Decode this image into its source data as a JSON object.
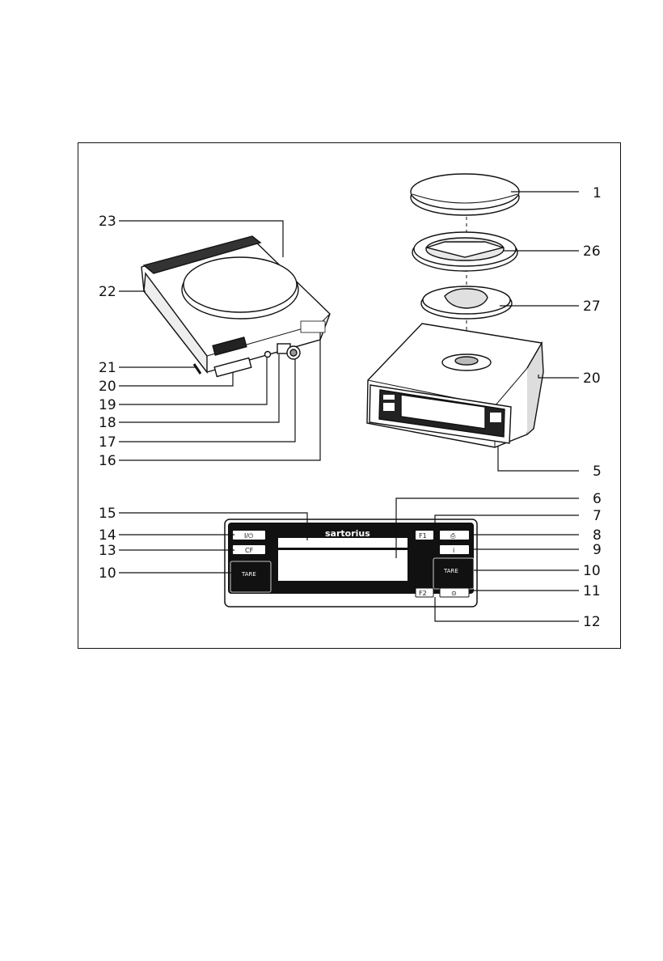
{
  "callouts": {
    "n1": "1",
    "n26": "26",
    "n27": "27",
    "n20r": "20",
    "n5": "5",
    "n23": "23",
    "n22": "22",
    "n21": "21",
    "n20l": "20",
    "n19": "19",
    "n18": "18",
    "n17": "17",
    "n16": "16",
    "n15": "15",
    "n14": "14",
    "n13": "13",
    "n10l": "10",
    "n6": "6",
    "n7": "7",
    "n8": "8",
    "n9": "9",
    "n10r": "10",
    "n11": "11",
    "n12": "12"
  },
  "panel": {
    "brand": "sartorius",
    "key_power": "I/⏻",
    "key_cf": "CF",
    "key_tare_left": "TARE",
    "key_f1": "F1",
    "key_print": "⎙",
    "key_info": "i",
    "key_tare_right": "TARE",
    "key_f2": "F2",
    "key_cal": "⊙"
  }
}
